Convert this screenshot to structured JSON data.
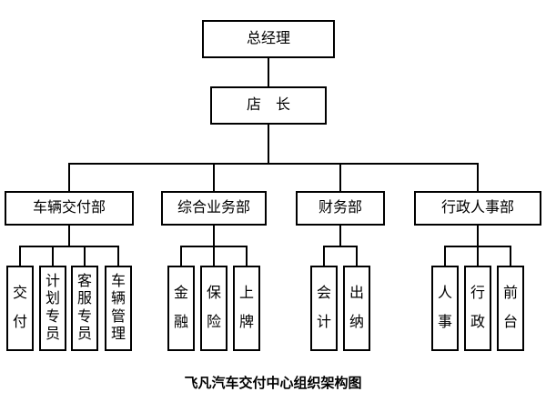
{
  "chart": {
    "title": "飞凡汽车交付中心组织架构图",
    "root_label": "总经理",
    "store_label": "店　长",
    "departments": [
      {
        "label": "车辆交付部",
        "children": [
          "交付",
          "计划专员",
          "客服专员",
          "车辆管理"
        ]
      },
      {
        "label": "综合业务部",
        "children": [
          "金融",
          "保险",
          "上牌"
        ]
      },
      {
        "label": "财务部",
        "children": [
          "会计",
          "出纳"
        ]
      },
      {
        "label": "行政人事部",
        "children": [
          "人事",
          "行政",
          "前台"
        ]
      }
    ],
    "colors": {
      "line": "#000000",
      "box_border": "#000000",
      "box_bg": "#ffffff",
      "text": "#000000",
      "page_bg": "#ffffff"
    }
  }
}
